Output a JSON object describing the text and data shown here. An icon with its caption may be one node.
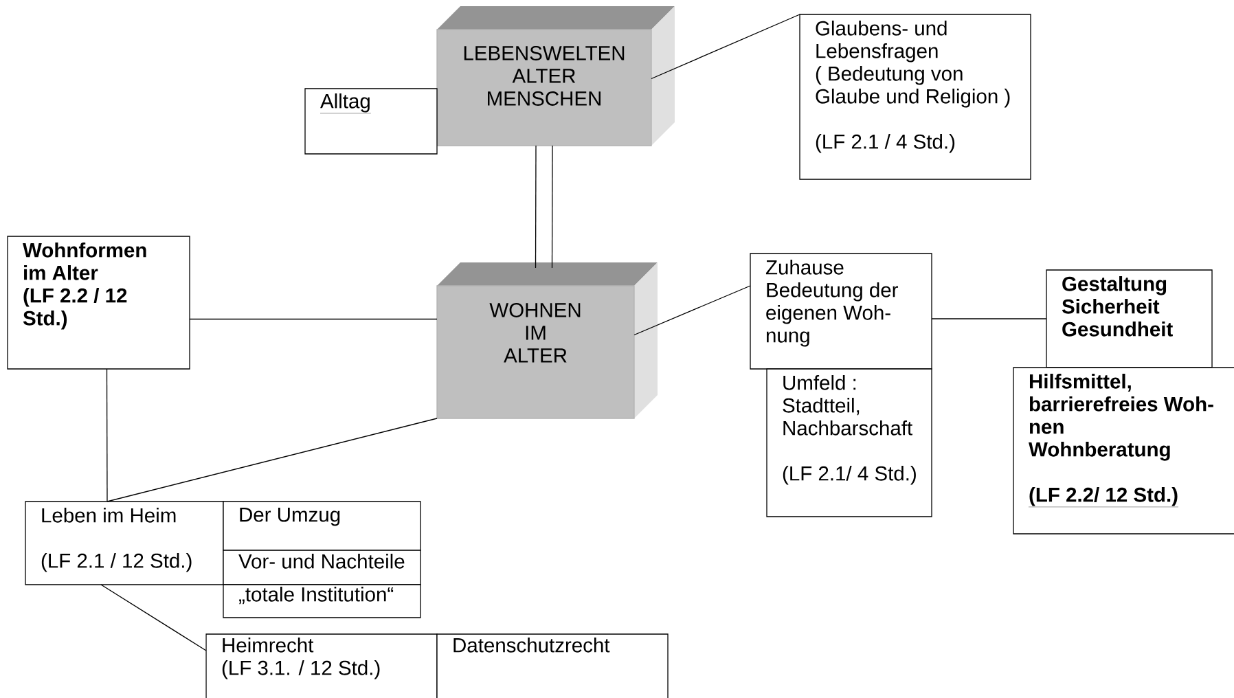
{
  "diagram": {
    "nodes": [
      {
        "text": [
          "LEBENSWELTEN",
          "ALTER",
          "MENSCHEN"
        ]
      },
      {
        "text": [
          "Alltag"
        ]
      },
      {
        "text": [
          "Glaubens- und Lebensfragen",
          "( Bedeutung von Glaube und Religion )",
          "(LF 2.1 / 4 Std.)"
        ]
      },
      {
        "text": [
          "Wohnformen im Alter",
          "(LF 2.2 / 12 Std.)"
        ]
      },
      {
        "text": [
          "WOHNEN",
          "IM",
          "ALTER"
        ]
      },
      {
        "text": [
          "Zuhause",
          "Bedeutung der eigenen Woh- nung"
        ]
      },
      {
        "text": [
          "Umfeld :",
          "Stadtteil, Nachbarschaft",
          "(LF 2.1/ 4 Std.)"
        ]
      },
      {
        "text": [
          "Gestaltung",
          "Sicherheit",
          "Gesundheit"
        ]
      },
      {
        "text": [
          "Hilfsmittel, barrierefreies Woh- nen",
          "Wohnberatung",
          "(LF 2.2/ 12 Std.)"
        ]
      },
      {
        "text": [
          "Leben im Heim",
          "(LF 2.1 / 12 Std.)"
        ]
      },
      {
        "text": [
          "Der Umzug"
        ]
      },
      {
        "text": [
          "Vor- und Nachteile"
        ]
      },
      {
        "text": [
          "„totale Institution“"
        ]
      },
      {
        "text": [
          "Heimrecht",
          "(LF 3.1. / 12 Std.)"
        ]
      },
      {
        "text": [
          "Datenschutzrecht"
        ]
      }
    ],
    "edges": [
      {
        "from": 0,
        "to": 4,
        "arrow": "none"
      },
      {
        "from": 0,
        "to": 4,
        "arrow": "none"
      },
      {
        "from": 0,
        "to": 2,
        "arrow": "none"
      },
      {
        "from": 3,
        "to": 4,
        "arrow": "none"
      },
      {
        "from": 4,
        "to": 5,
        "arrow": "none"
      },
      {
        "from": 5,
        "to": 7,
        "arrow": "none"
      },
      {
        "from": 3,
        "to": 9,
        "arrow": "none"
      },
      {
        "from": 4,
        "to": 9,
        "arrow": "none"
      },
      {
        "from": 9,
        "to": 13,
        "arrow": "none"
      }
    ]
  }
}
